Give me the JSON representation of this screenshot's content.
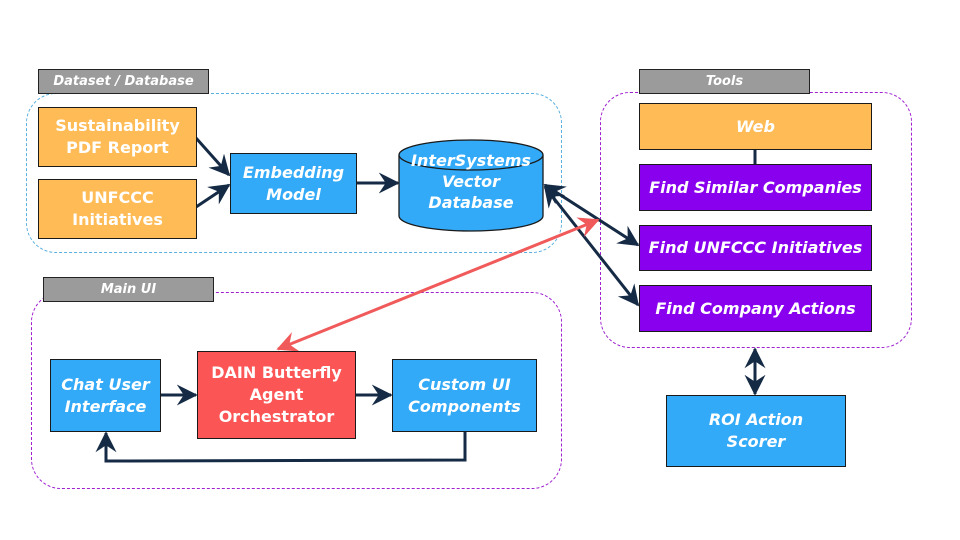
{
  "groups": {
    "dataset": "Dataset / Database",
    "tools": "Tools",
    "main_ui": "Main UI"
  },
  "nodes": {
    "sustainability_report": "Sustainability\nPDF Report",
    "unfccc_initiatives": "UNFCCC\nInitiatives",
    "embedding_model": "Embedding\nModel",
    "vector_database": "InterSystems\nVector\nDatabase",
    "web": "Web",
    "find_similar_companies": "Find Similar Companies",
    "find_unfccc_initiatives": "Find UNFCCC Initiatives",
    "find_company_actions": "Find Company Actions",
    "roi_action_scorer": "ROI Action\nScorer",
    "chat_user_interface": "Chat User\nInterface",
    "dain_orchestrator": "DAIN Butterfly\nAgent\nOrchestrator",
    "custom_ui_components": "Custom UI\nComponents"
  },
  "edges": [
    {
      "from": "sustainability_report",
      "to": "embedding_model",
      "direction": "forward",
      "color": "#152a44"
    },
    {
      "from": "unfccc_initiatives",
      "to": "embedding_model",
      "direction": "forward",
      "color": "#152a44"
    },
    {
      "from": "embedding_model",
      "to": "vector_database",
      "direction": "forward",
      "color": "#152a44"
    },
    {
      "from": "vector_database",
      "to": "find_unfccc_initiatives",
      "direction": "both",
      "color": "#152a44"
    },
    {
      "from": "vector_database",
      "to": "find_company_actions",
      "direction": "both",
      "color": "#152a44"
    },
    {
      "from": "web",
      "to": "find_similar_companies",
      "direction": "none",
      "color": "#152a44"
    },
    {
      "from": "tools",
      "to": "dain_orchestrator",
      "direction": "both",
      "color": "#f05a5a"
    },
    {
      "from": "tools",
      "to": "roi_action_scorer",
      "direction": "both",
      "color": "#152a44"
    },
    {
      "from": "chat_user_interface",
      "to": "dain_orchestrator",
      "direction": "forward",
      "color": "#152a44"
    },
    {
      "from": "dain_orchestrator",
      "to": "custom_ui_components",
      "direction": "forward",
      "color": "#152a44"
    },
    {
      "from": "custom_ui_components",
      "to": "chat_user_interface",
      "direction": "forward",
      "color": "#152a44"
    }
  ],
  "colors": {
    "data_source": "#ffbb55",
    "component": "#33aaf8",
    "tool": "#8800ee",
    "orchestrator": "#fb5555",
    "group_label": "#9b9b9b",
    "arrow": "#152a44",
    "agent_link": "#f05a5a"
  }
}
